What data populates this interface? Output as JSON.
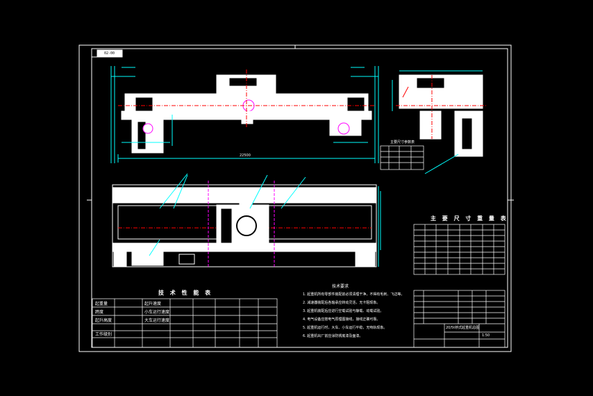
{
  "sheet": {
    "drawing_number": "02-00",
    "overall_dimension": "22500"
  },
  "tables": {
    "tech_performance_title": "技 术 性 能 表",
    "tech_performance_rows": [
      "起重量",
      "跨度",
      "起升高度",
      "起升速度",
      "小车运行速度",
      "大车运行速度",
      "工作级别"
    ],
    "main_dims_title": "主 要 尺 寸 重 量 表",
    "small_table_title": "主要尺寸参数表"
  },
  "technical_requirements": {
    "title": "技术要求",
    "items": [
      "1. 起重机所有零部件装配前必须清理干净，不得有毛刺、飞边等。",
      "2. 减速器装配后各轴承应转动灵活，无卡阻现象。",
      "3. 起重机装配后应进行空载试验与静载、动载试验。",
      "4. 电气设备应按电气原理图接线，接线正确可靠。",
      "5. 起重机运行时，大车、小车运行平稳，无啃轨现象。",
      "6. 起重机出厂前应涂防锈底漆及面漆。"
    ]
  },
  "title_block": {
    "name": "20/5t桥式起重机总图",
    "scale": "1:50"
  }
}
